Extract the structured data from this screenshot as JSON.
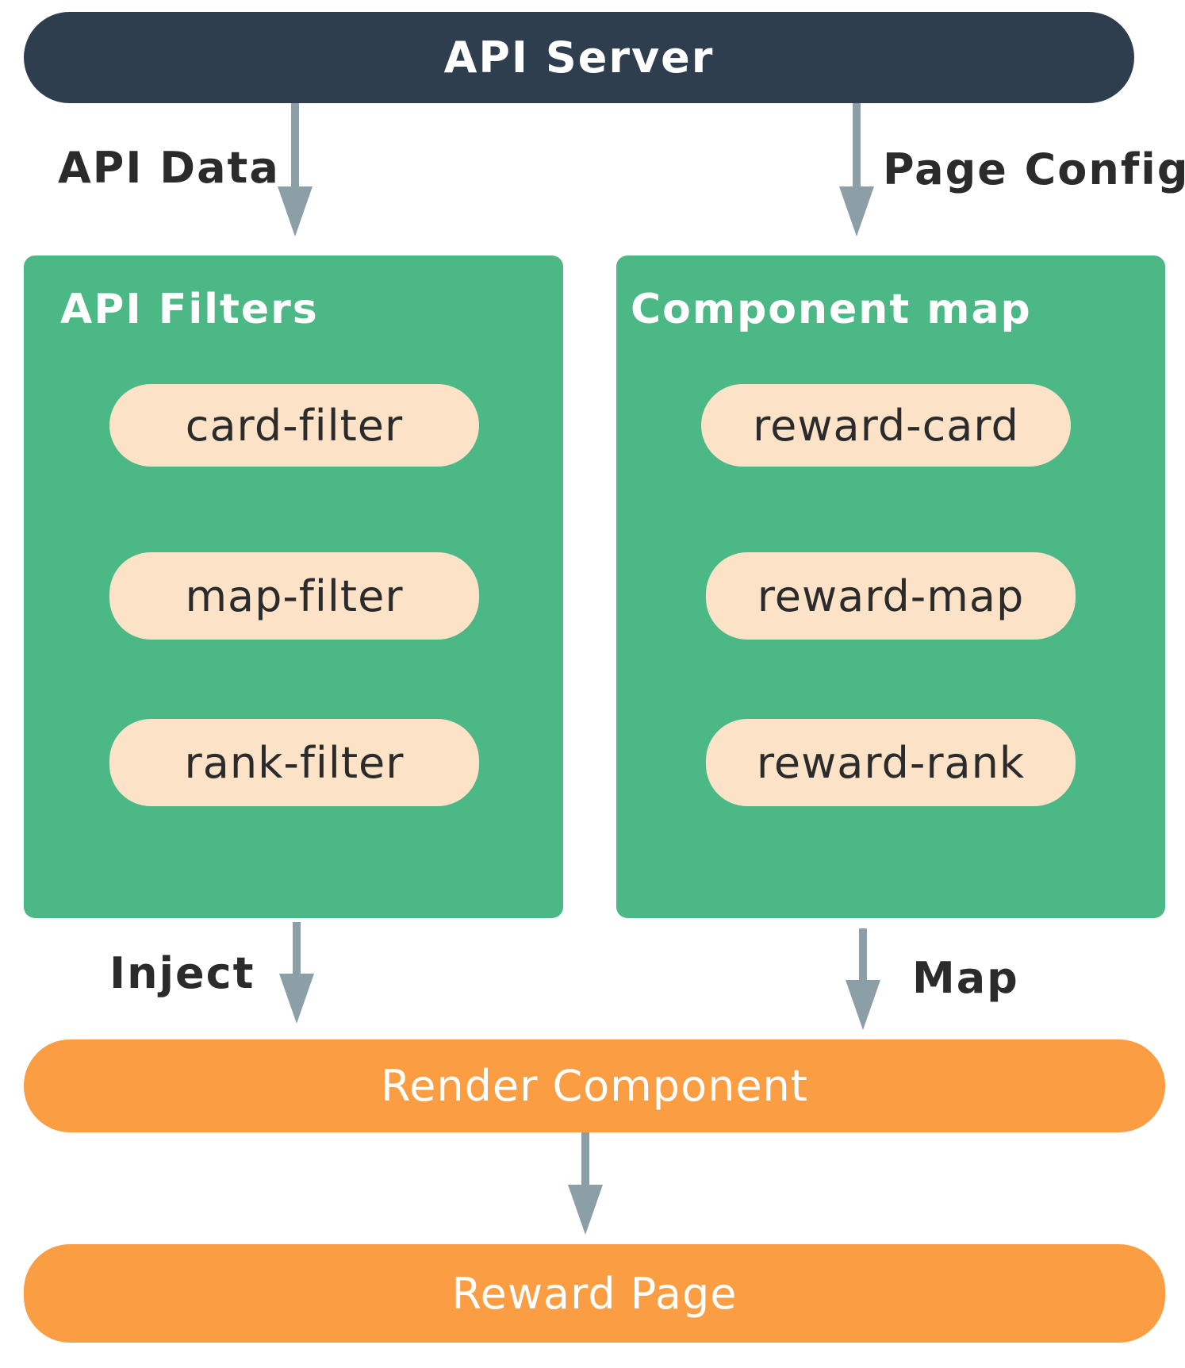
{
  "server": {
    "label": "API Server"
  },
  "flows": {
    "api_data": "API Data",
    "page_config": "Page Config",
    "inject": "Inject",
    "map": "Map"
  },
  "api_filters": {
    "title": "API Filters",
    "items": [
      "card-filter",
      "map-filter",
      "rank-filter"
    ]
  },
  "component_map": {
    "title": "Component map",
    "items": [
      "reward-card",
      "reward-map",
      "reward-rank"
    ]
  },
  "render": {
    "label": "Render Component"
  },
  "reward_page": {
    "label": "Reward Page"
  },
  "colors": {
    "server": "#2e3e4f",
    "panel": "#4bb886",
    "pill": "#fce2c7",
    "orange": "#fb9e43",
    "arrow": "#8c9ea6"
  }
}
